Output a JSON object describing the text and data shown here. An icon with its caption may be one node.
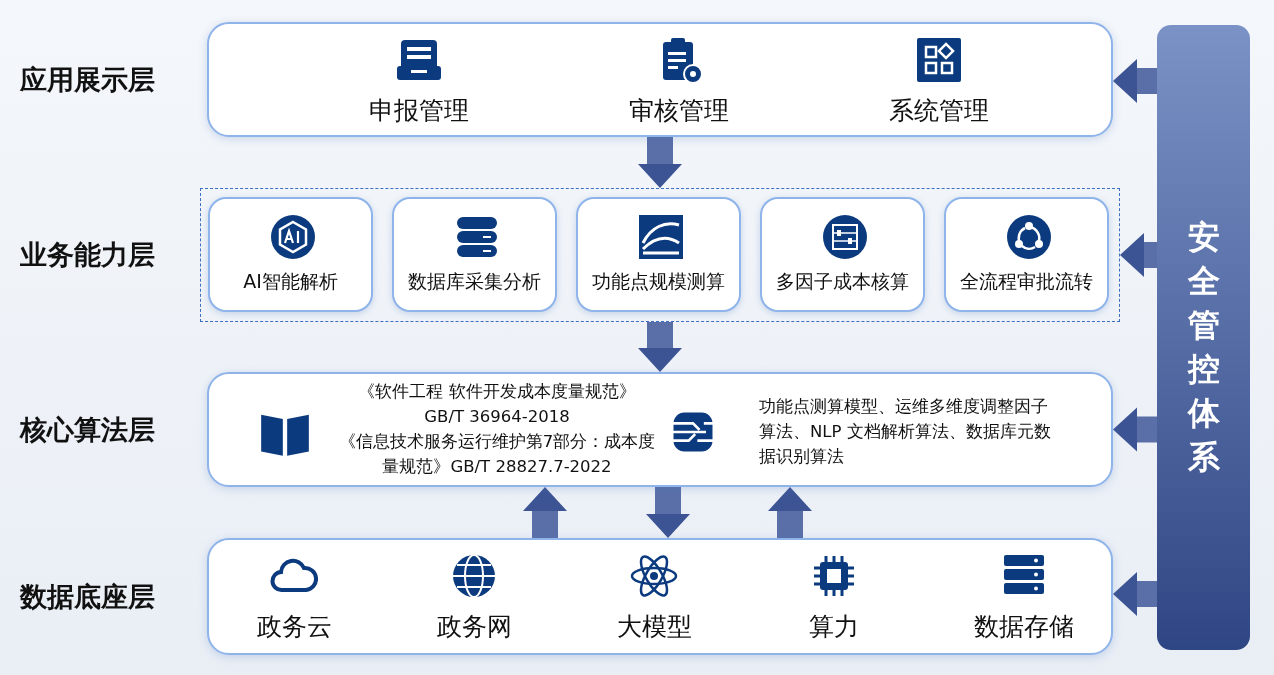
{
  "diagram": {
    "nodes": [
      {
        "text": [
          "应用展示层"
        ]
      },
      {
        "text": [
          "申报管理"
        ],
        "in": 0
      },
      {
        "text": [
          "审核管理"
        ],
        "in": 0
      },
      {
        "text": [
          "系统管理"
        ],
        "in": 0
      },
      {
        "text": [
          "业务能力层"
        ]
      },
      {
        "text": [
          "AI智能解析"
        ],
        "in": 4
      },
      {
        "text": [
          "数据库采集分析"
        ],
        "in": 4
      },
      {
        "text": [
          "功能点规模测算"
        ],
        "in": 4
      },
      {
        "text": [
          "多因子成本核算"
        ],
        "in": 4
      },
      {
        "text": [
          "全流程审批流转"
        ],
        "in": 4
      },
      {
        "text": [
          "核心算法层",
          "《软件工程 软件开发成本度量规范》 GB/T 36964-2018",
          "《信息技术服务运行维护第7部分：成本度量规范》GB/T 28827.7-2022",
          "功能点测算模型、运维多维度调整因子算法、NLP 文档解析算法、数据库元数据识别算法"
        ]
      },
      {
        "text": [
          "数据底座层"
        ]
      },
      {
        "text": [
          "政务云"
        ],
        "in": 11
      },
      {
        "text": [
          "政务网"
        ],
        "in": 11
      },
      {
        "text": [
          "大模型"
        ],
        "in": 11
      },
      {
        "text": [
          "算力"
        ],
        "in": 11
      },
      {
        "text": [
          "数据存储"
        ],
        "in": 11
      },
      {
        "text": [
          "安全管控体系"
        ]
      }
    ],
    "edges": [
      {
        "from": 0,
        "to": 4,
        "arrow": "to"
      },
      {
        "from": 4,
        "to": 10,
        "arrow": "to"
      },
      {
        "from": 11,
        "to": 10,
        "arrow": "to"
      },
      {
        "from": 10,
        "to": 11,
        "arrow": "to"
      },
      {
        "from": 11,
        "to": 10,
        "arrow": "to"
      },
      {
        "from": 17,
        "to": 0,
        "arrow": "to"
      },
      {
        "from": 17,
        "to": 4,
        "arrow": "to"
      },
      {
        "from": 17,
        "to": 10,
        "arrow": "to"
      },
      {
        "from": 17,
        "to": 11,
        "arrow": "to"
      }
    ]
  }
}
